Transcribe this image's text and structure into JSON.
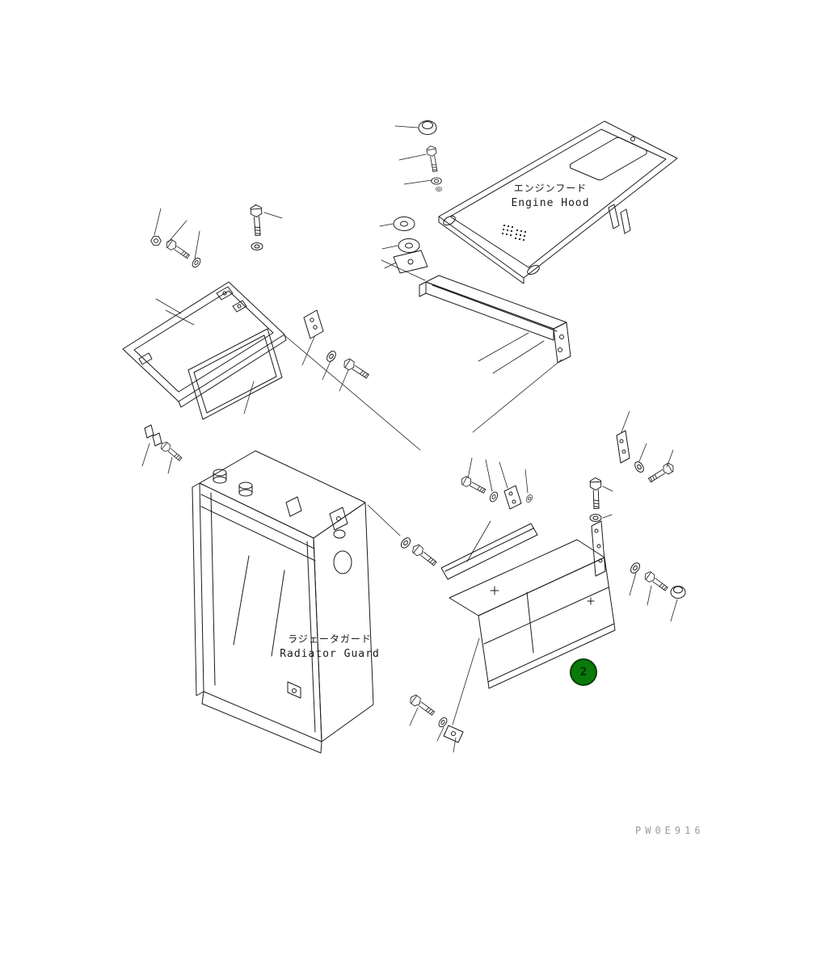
{
  "diagram": {
    "labels": {
      "engine_hood": {
        "jp": "エンジンフード",
        "en": "Engine Hood"
      },
      "radiator_guard": {
        "jp": "ラジェータガード",
        "en": "Radiator Guard"
      }
    },
    "callout": {
      "number": "2",
      "color": "#0a7a0a"
    },
    "watermark": "PW0E916",
    "colors": {
      "line": "#1a1a1a",
      "background": "#ffffff",
      "callout_green": "#0a7a0a"
    },
    "part_icons": [
      "bolt-icon",
      "washer-icon",
      "nut-icon",
      "grommet-icon",
      "cap-icon",
      "panel-outline",
      "bracket-outline",
      "seal-strip",
      "leader-line"
    ]
  }
}
